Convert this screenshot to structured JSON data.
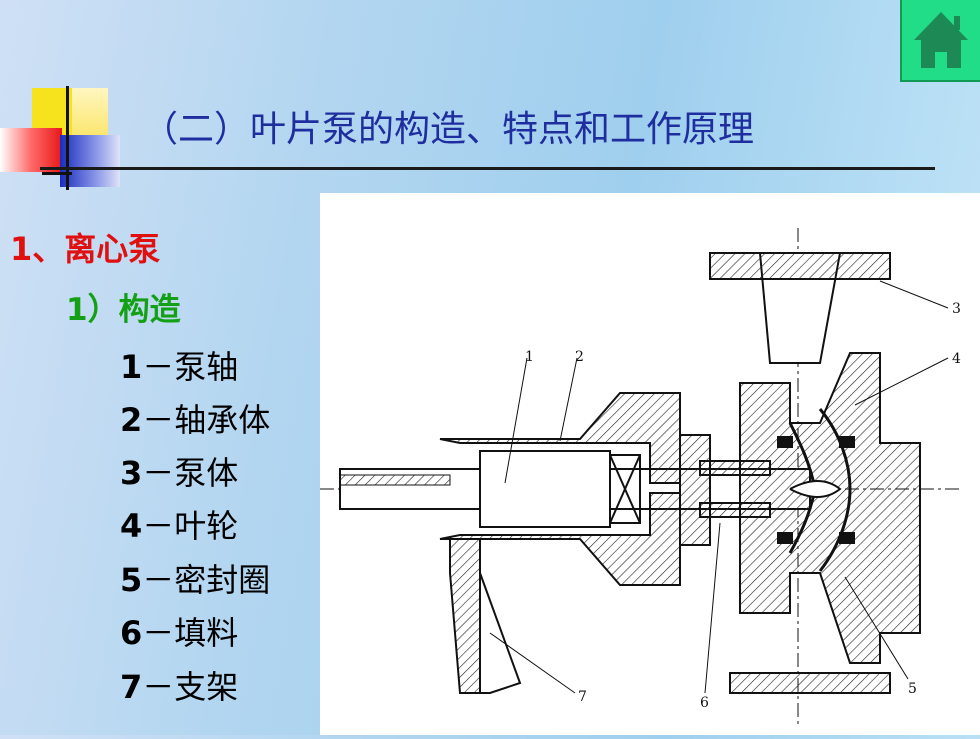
{
  "title": "（二）叶片泵的构造、特点和工作原理",
  "section": "1、离心泵",
  "subsection": "1）构造",
  "parts": [
    {
      "num": "1",
      "sep": "－",
      "name": "泵轴"
    },
    {
      "num": "2",
      "sep": "－",
      "name": "轴承体"
    },
    {
      "num": "3",
      "sep": "－",
      "name": "泵体"
    },
    {
      "num": "4",
      "sep": "－",
      "name": "叶轮"
    },
    {
      "num": "5",
      "sep": "－",
      "name": "密封圈"
    },
    {
      "num": "6",
      "sep": "－",
      "name": "填料"
    },
    {
      "num": "7",
      "sep": "－",
      "name": "支架"
    }
  ],
  "diagram_labels": [
    "1",
    "2",
    "3",
    "4",
    "5",
    "6",
    "7"
  ],
  "colors": {
    "title": "#1f2e9e",
    "section": "#e01010",
    "subsection": "#14a014",
    "home": "#22dd88"
  },
  "icons": {
    "home": "home-icon"
  }
}
